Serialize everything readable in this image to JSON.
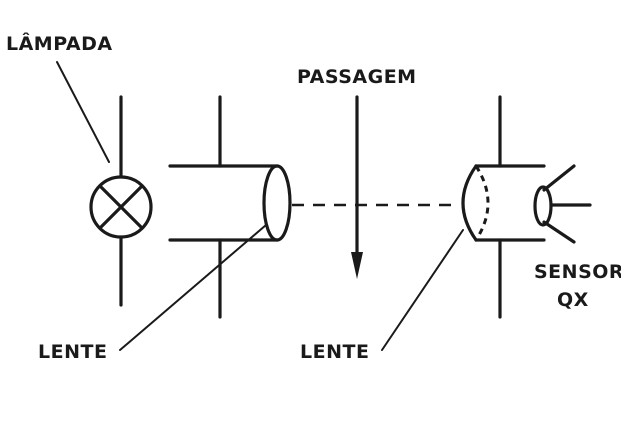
{
  "labels": {
    "lamp": "LÂMPADA",
    "passage": "PASSAGEM",
    "lens_left": "LENTE",
    "lens_right": "LENTE",
    "sensor_line1": "SENSOR",
    "sensor_line2": "QX"
  }
}
